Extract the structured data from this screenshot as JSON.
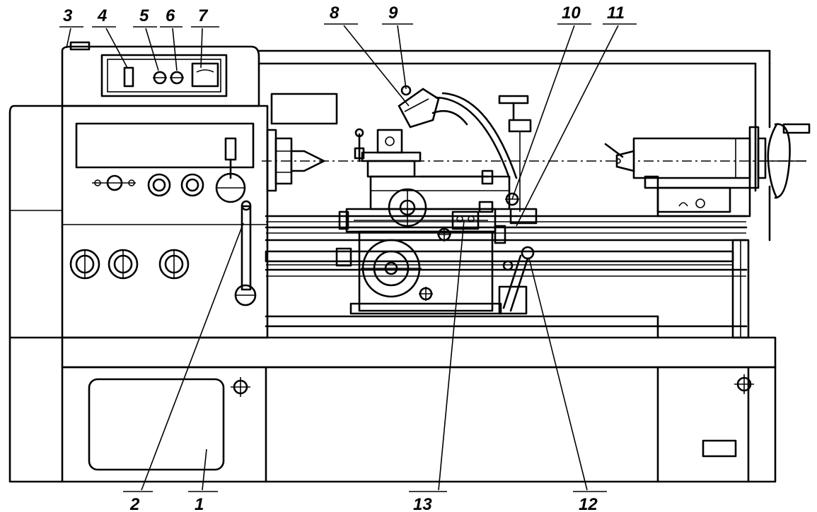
{
  "callouts": [
    {
      "id": "c1",
      "label": "1"
    },
    {
      "id": "c2",
      "label": "2"
    },
    {
      "id": "c3",
      "label": "3"
    },
    {
      "id": "c4",
      "label": "4"
    },
    {
      "id": "c5",
      "label": "5"
    },
    {
      "id": "c6",
      "label": "6"
    },
    {
      "id": "c7",
      "label": "7"
    },
    {
      "id": "c8",
      "label": "8"
    },
    {
      "id": "c9",
      "label": "9"
    },
    {
      "id": "c10",
      "label": "10"
    },
    {
      "id": "c11",
      "label": "11"
    },
    {
      "id": "c12",
      "label": "12"
    },
    {
      "id": "c13",
      "label": "13"
    }
  ],
  "colors": {
    "ink": "#000000",
    "paper": "#ffffff"
  }
}
